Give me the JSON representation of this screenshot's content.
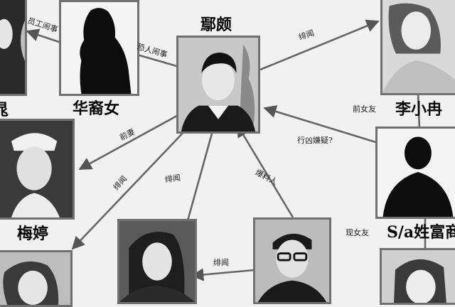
{
  "nodes": {
    "center": "鄢颇",
    "hua_shangnv": "华裔女",
    "li_xiaoran": "李小冉",
    "mei_ting": "梅婷",
    "sa_fu": "S/a姓富商",
    "left_edge_partial": "晁"
  },
  "relations": {
    "yuan_gong": "员工闹事",
    "si_ren": "恐人闹事",
    "fei_wen_top": "绯闻",
    "qian_nv_you": "前女友",
    "xing_chu_gui": "行凶嫌疑?",
    "qian_qi": "前妻",
    "fei_wen_left": "绯闻",
    "fei_wen_mid": "绯闻",
    "bao_liao_ren": "爆料人",
    "fei_wen_bottom": "绯闻",
    "xian_nv_you": "现女友"
  }
}
